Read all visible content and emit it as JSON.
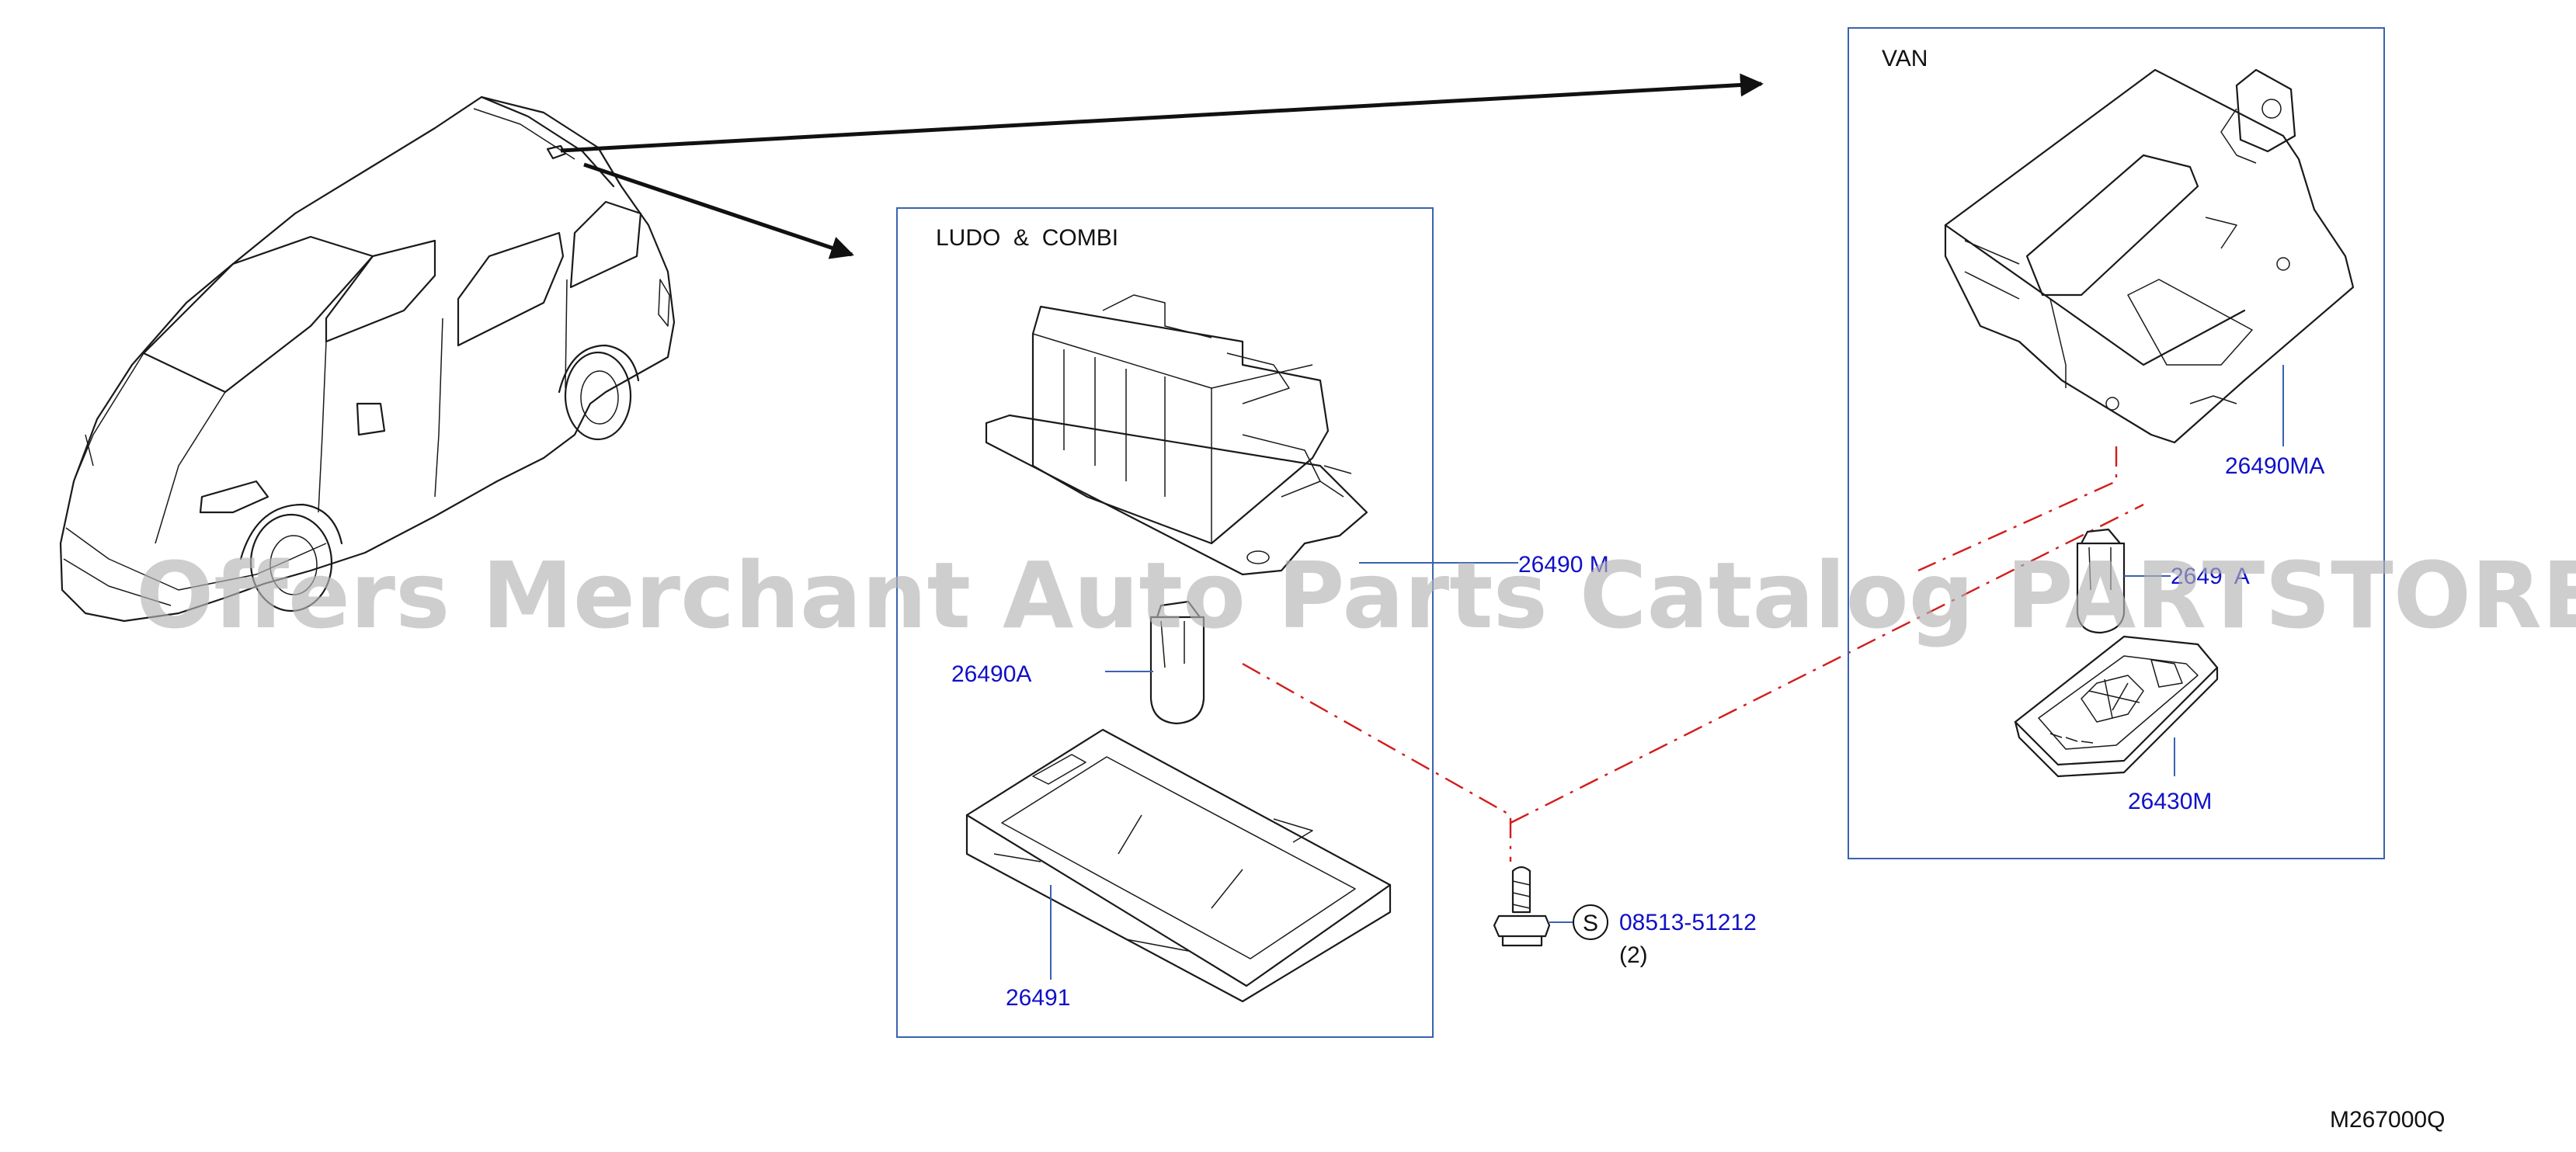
{
  "sections": {
    "ludo_combi": {
      "title": "LUDO  &  COMBI"
    },
    "van": {
      "title": "VAN"
    }
  },
  "parts": {
    "lamp_assy_ludo": "26490 M",
    "bulb_ludo": "26490A",
    "lens": "26491",
    "screw": "08513-51212",
    "screw_qty": "(2)",
    "screw_symbol": "S",
    "bracket_van": "26490MA",
    "bulb_van": "2649  A",
    "lamp_assy_van": "26430M"
  },
  "diagram_code": "M267000Q",
  "watermark": "Offers Merchant Auto Parts Catalog PARTSTORE.SA",
  "colors": {
    "part_link": "#1010c8",
    "frame": "#3a63b0",
    "dashed_line": "#d21b1b"
  }
}
